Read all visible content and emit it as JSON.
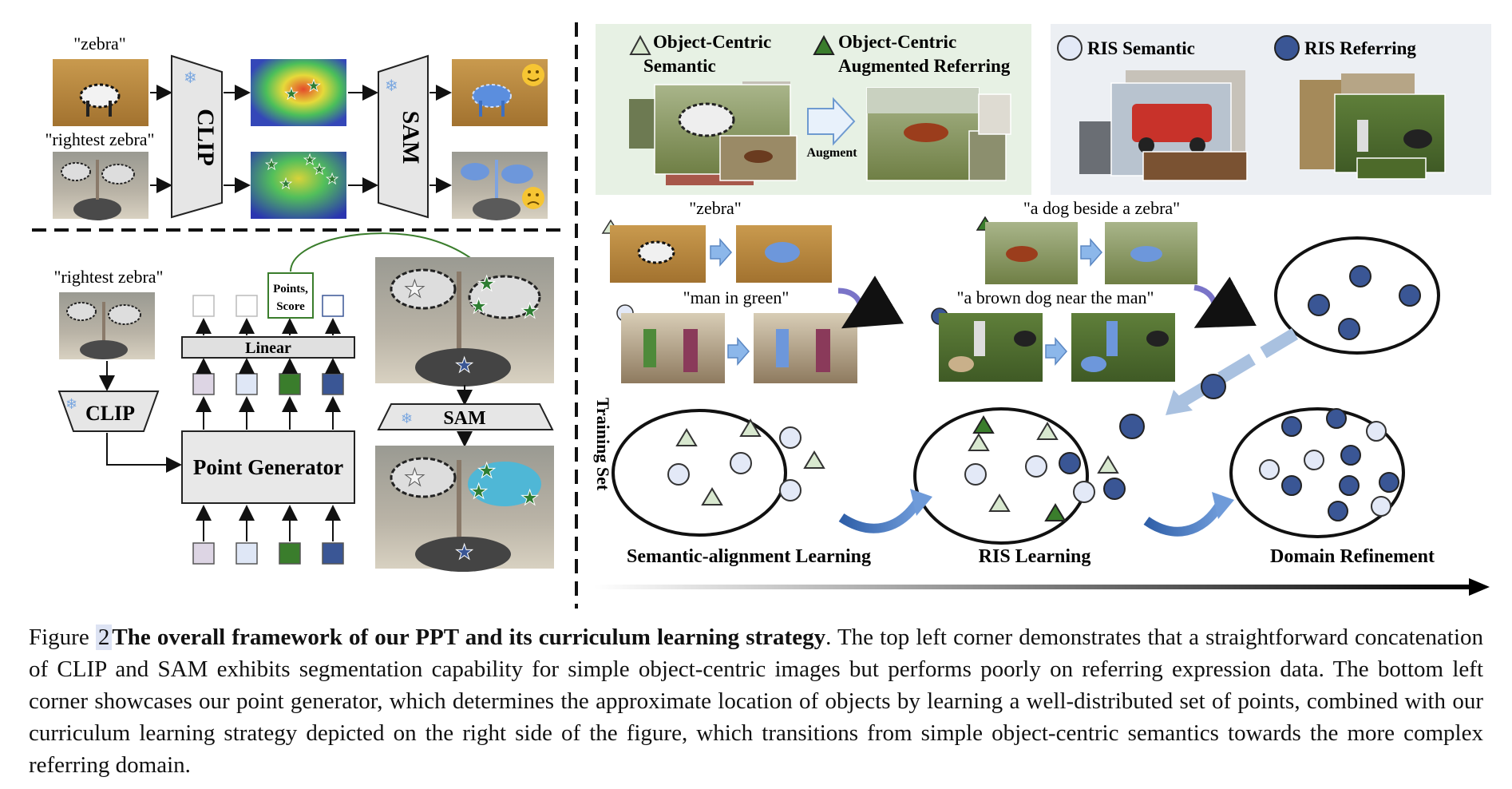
{
  "top_left": {
    "query_1": "\"zebra\"",
    "query_2": "\"rightest zebra\"",
    "encoder": "CLIP",
    "decoder": "SAM"
  },
  "bottom_left": {
    "query": "\"rightest zebra\"",
    "encoder": "CLIP",
    "generator": "Point Generator",
    "linear": "Linear",
    "points_score_1": "Points,",
    "points_score_2": "Score",
    "decoder": "SAM"
  },
  "right": {
    "legend": {
      "oc_semantic_1": "Object-Centric",
      "oc_semantic_2": "Semantic",
      "oc_aug_1": "Object-Centric",
      "oc_aug_2": "Augmented Referring",
      "augment": "Augment",
      "ris_semantic": "RIS Semantic",
      "ris_referring": "RIS Referring"
    },
    "examples": {
      "e1": "\"zebra\"",
      "e2": "\"man in green\"",
      "e3": "\"a dog beside a zebra\"",
      "e4": "\"a brown dog near the man\""
    },
    "training_set": "Training Set",
    "stages": {
      "s1": "Semantic-alignment Learning",
      "s2": "RIS Learning",
      "s3": "Domain Refinement"
    }
  },
  "colors": {
    "light_green": "#d8e8cf",
    "dark_green": "#3a7d2c",
    "light_blue": "#e3e9f7",
    "dark_blue": "#3a5695",
    "gray_box": "#e8e8e8",
    "panel_green": "#e7f1e4",
    "panel_gray": "#eceff3"
  },
  "caption": {
    "figure_label": "Figure",
    "figure_number": "2",
    "title": "The overall framework of our PPT and its curriculum learning strategy",
    "body": ". The top left corner demonstrates that a straightforward concatenation of CLIP and SAM exhibits segmentation capability for simple object-centric images but performs poorly on referring expression data. The bottom left corner showcases our point generator, which determines the approximate location of objects by learning a well-distributed set of points, combined with our curriculum learning strategy depicted on the right side of the figure, which transitions from simple object-centric semantics towards the more complex referring domain."
  }
}
